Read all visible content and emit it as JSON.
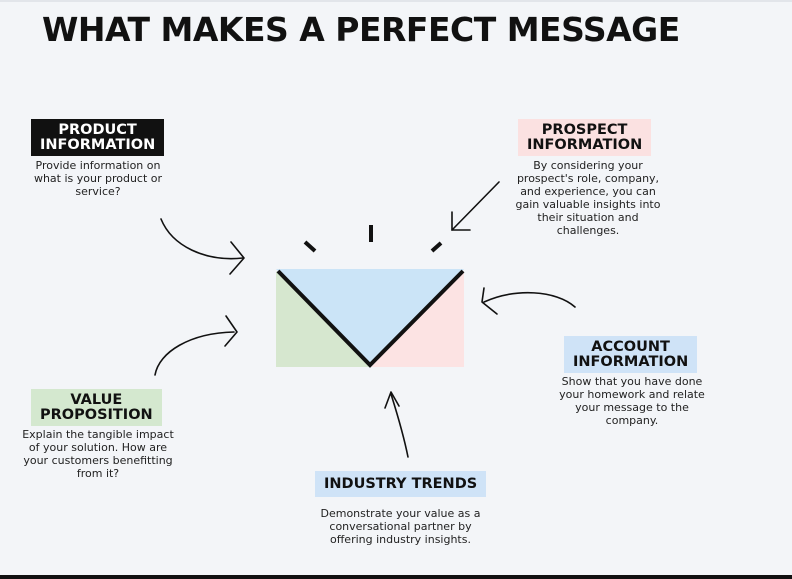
{
  "title": "WHAT MAKES A PERFECT MESSAGE",
  "sections": {
    "product": {
      "label": "PRODUCT\nINFORMATION",
      "description": "Provide information on what is your product or service?"
    },
    "prospect": {
      "label": "PROSPECT\nINFORMATION",
      "description": "By considering your prospect's role, company, and experience, you can gain valuable insights into their situation and challenges."
    },
    "account": {
      "label": "ACCOUNT\nINFORMATION",
      "description": "Show that you have done your homework and relate your message to the company."
    },
    "value": {
      "label": "VALUE\nPROPOSITION",
      "description": "Explain the tangible impact of your solution. How are your customers benefitting from it?"
    },
    "industry": {
      "label": "INDUSTRY TRENDS",
      "description": "Demonstrate your value as a conversational partner by offering industry insights."
    }
  },
  "colors": {
    "envelope_blue": "#cbe4f7",
    "envelope_green": "#d6e7cf",
    "envelope_pink": "#fce3e3",
    "ink": "#111111"
  }
}
